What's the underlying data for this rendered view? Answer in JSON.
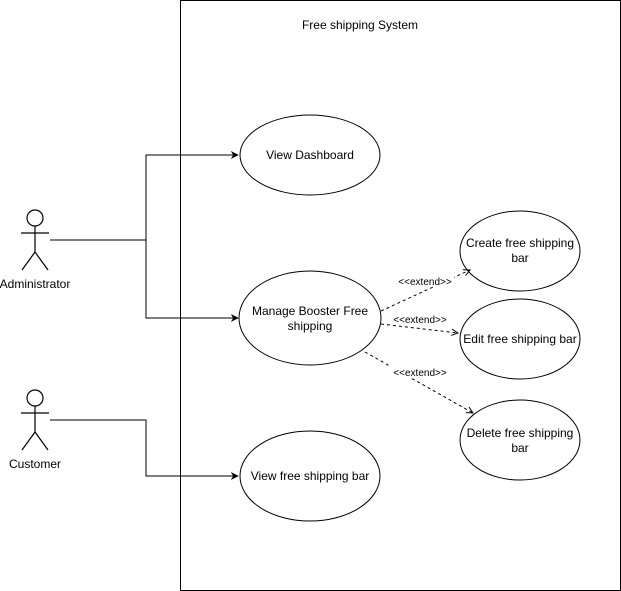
{
  "system": {
    "title": "Free shipping System"
  },
  "actors": {
    "administrator": "Administrator",
    "customer": "Customer"
  },
  "use_cases": {
    "view_dashboard": "View Dashboard",
    "manage_booster_line1": "Manage Booster Free",
    "manage_booster_line2": "shipping",
    "create_bar_line1": "Create free shipping",
    "create_bar_line2": "bar",
    "edit_bar": "Edit free shipping bar",
    "delete_bar_line1": "Delete free shipping",
    "delete_bar_line2": "bar",
    "view_bar": "View free shipping bar"
  },
  "relations": {
    "extend_create": "<<extend>>",
    "extend_edit": "<<extend>>",
    "extend_delete": "<<extend>>"
  },
  "colors": {
    "stroke": "#000000",
    "background": "#ffffff"
  }
}
